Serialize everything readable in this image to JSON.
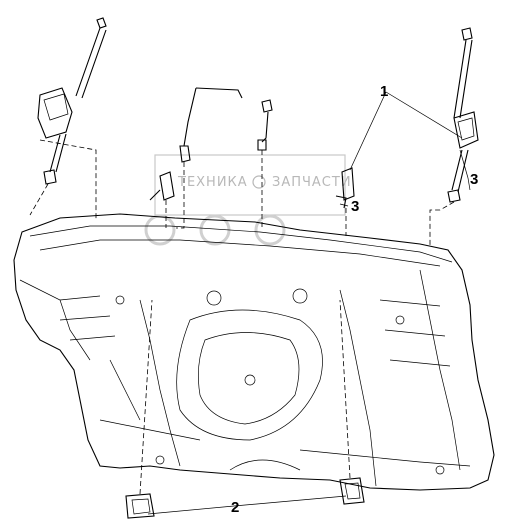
{
  "watermark": {
    "text_left": "ТЕХНИКА",
    "text_right": "ЗАПЧАСТИ",
    "color": "#b8b8b8"
  },
  "callouts": {
    "label_1": "1",
    "label_2": "2",
    "label_3a": "3",
    "label_3b": "3"
  },
  "colors": {
    "line": "#000000",
    "background": "#ffffff"
  }
}
